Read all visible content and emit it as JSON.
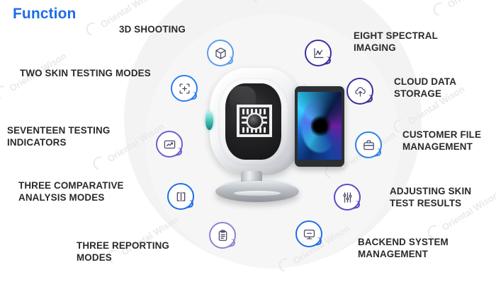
{
  "page": {
    "title": "Function",
    "title_color": "#1d6ce8",
    "background_color": "#ffffff",
    "disc_color": "#f3f3f3",
    "label_color": "#2a2a2a"
  },
  "watermark": {
    "text": "Oriental Wison",
    "color": "#e9e9e9",
    "icon": "swirl-logo-icon"
  },
  "device": {
    "name": "skin-analyzer-device",
    "parts": {
      "head": "camera-head",
      "lens": "camera-lens",
      "ring_light": "ring-light",
      "side_indicator": "side-led-indicator",
      "stand": "device-stand",
      "tablet": "attached-tablet-screen"
    }
  },
  "features": [
    {
      "id": "3d-shooting",
      "label": "3D SHOOTING",
      "icon": "cube-3d-icon",
      "color": "#5b9bf0"
    },
    {
      "id": "two-skin-testing-modes",
      "label": "TWO SKIN TESTING MODES",
      "icon": "focus-target-icon",
      "color": "#2f7fe8"
    },
    {
      "id": "seventeen-testing-indicators",
      "label": "SEVENTEEN TESTING\nINDICATORS",
      "icon": "chart-frame-icon",
      "color": "#6b5fd0"
    },
    {
      "id": "three-comparative-analysis-modes",
      "label": "THREE COMPARATIVE\nANALYSIS MODES",
      "icon": "split-compare-icon",
      "color": "#1f6fe5"
    },
    {
      "id": "three-reporting-modes",
      "label": "THREE REPORTING\nMODES",
      "icon": "clipboard-report-icon",
      "color": "#8b84cf"
    },
    {
      "id": "eight-spectral-imaging",
      "label": "EIGHT SPECTRAL\nIMAGING",
      "icon": "line-chart-axis-icon",
      "color": "#3a2f9c"
    },
    {
      "id": "cloud-data-storage",
      "label": "CLOUD DATA\nSTORAGE",
      "icon": "cloud-upload-icon",
      "color": "#3a2f9c"
    },
    {
      "id": "customer-file-management",
      "label": "CUSTOMER FILE\nMANAGEMENT",
      "icon": "briefcase-file-icon",
      "color": "#2f7fe8"
    },
    {
      "id": "adjusting-skin-test-results",
      "label": "ADJUSTING SKIN\nTEST RESULTS",
      "icon": "sliders-equalizer-icon",
      "color": "#5a4bc4"
    },
    {
      "id": "backend-system-management",
      "label": "BACKEND SYSTEM\nMANAGEMENT",
      "icon": "monitor-desktop-icon",
      "color": "#1f6fe5"
    }
  ]
}
